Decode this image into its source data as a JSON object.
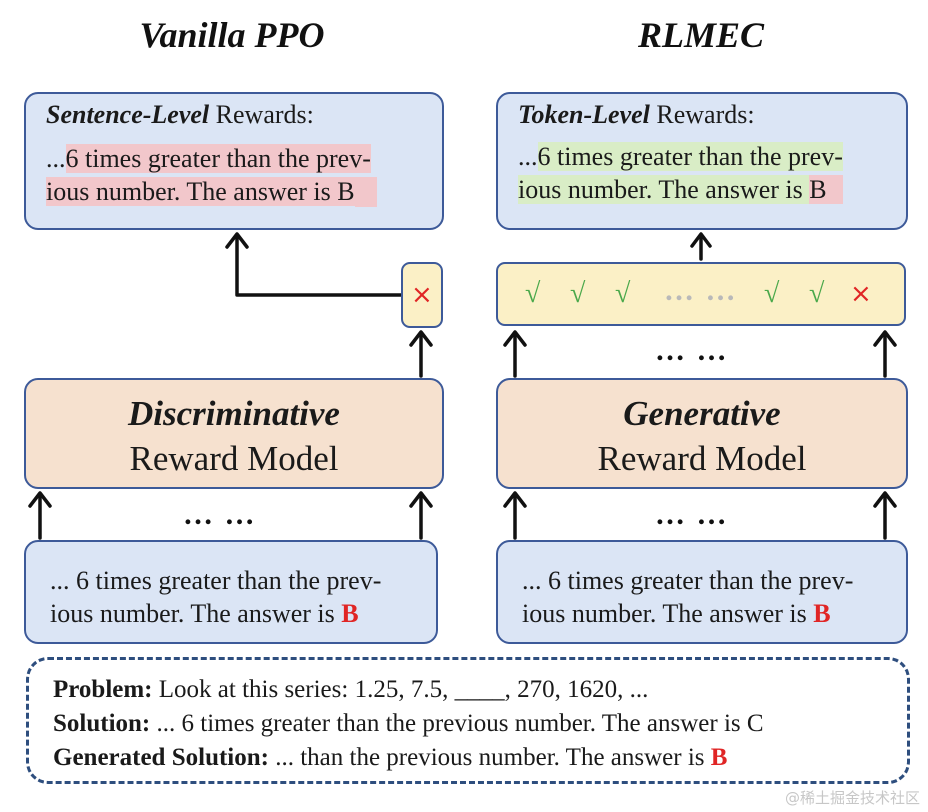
{
  "left": {
    "title": "Vanilla PPO",
    "reward": {
      "level": "Sentence-Level",
      "suffix": "Rewards:",
      "line1_prefix": "...",
      "line1_hl": "6 times greater than the prev-",
      "line2_hl": "ious number. The answer is B"
    },
    "verdict": "×",
    "model": {
      "strong": "Discriminative",
      "plain": "Reward Model"
    },
    "dots": "… …",
    "input": {
      "line1": "... 6 times greater than the prev-",
      "line2": "ious number. The answer is ",
      "answer": "B"
    }
  },
  "right": {
    "title": "RLMEC",
    "reward": {
      "level": "Token-Level",
      "suffix": "Rewards:",
      "line1_prefix": "...",
      "line1_hl": "6 times greater than the prev-",
      "line2_green": "ious number. The answer is ",
      "line2_red": "B"
    },
    "tokens": {
      "check": "√",
      "ellipsis": "… …",
      "cross": "×"
    },
    "dots_upper": "… …",
    "model": {
      "strong": "Generative",
      "plain": "Reward Model"
    },
    "dots_lower": "… …",
    "input": {
      "line1": "... 6 times greater than the prev-",
      "line2": "ious number. The answer is ",
      "answer": "B"
    }
  },
  "problem": {
    "problem_label": "Problem:",
    "problem_text": " Look at this series: 1.25, 7.5, ____, 270, 1620, ...",
    "solution_label": "Solution:",
    "solution_text": " ... 6 times greater than the previous number. The answer is C",
    "generated_label": "Generated Solution:",
    "generated_text": " ... than the previous number. The answer is ",
    "generated_answer": "B"
  },
  "watermark": "@稀土掘金技术社区",
  "colors": {
    "box_border": "#3d5a99",
    "box_fill": "#dbe5f5",
    "model_fill": "#f6e1cf",
    "token_fill": "#fbf0c6",
    "highlight_red": "#f2c7cb",
    "highlight_green": "#d9edc6",
    "check": "#4aa84a",
    "cross": "#e02525"
  }
}
